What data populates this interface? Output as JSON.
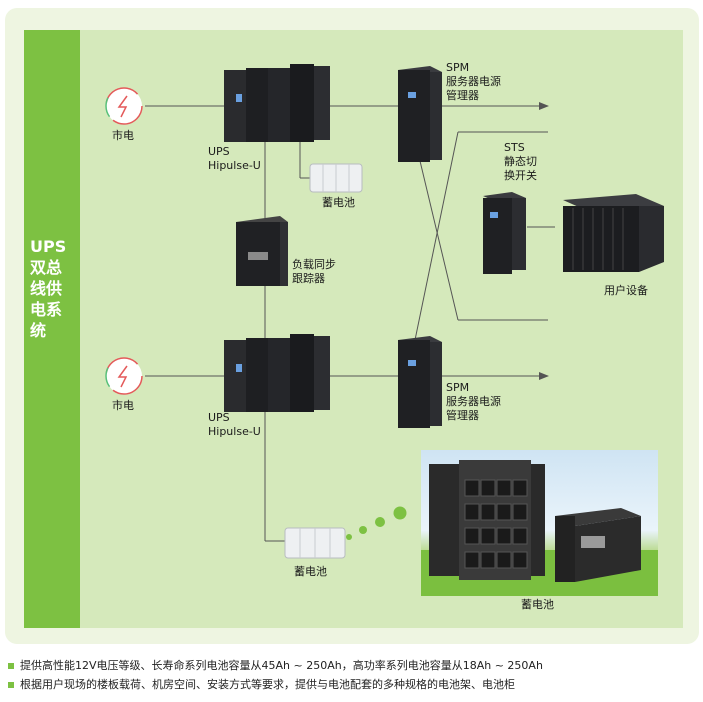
{
  "sidebar": {
    "title": "UPS\n双总\n线供\n电系\n统"
  },
  "labels": {
    "mains_top": "市电",
    "mains_bottom": "市电",
    "ups_top": "UPS\nHipulse-U",
    "ups_bottom": "UPS\nHipulse-U",
    "battery_top": "蓄电池",
    "battery_bottom": "蓄电池",
    "battery_photo": "蓄电池",
    "sync_tracker": "负载同步\n跟踪器",
    "spm_top": "SPM\n服务器电源\n管理器",
    "spm_bottom": "SPM\n服务器电源\n管理器",
    "sts": "STS\n静态切\n换开关",
    "user_equipment": "用户设备"
  },
  "footer": [
    "提供高性能12V电压等级、长寿命系列电池容量从45Ah ~ 250Ah，高功率系列电池容量从18Ah ~ 250Ah",
    "根据用户现场的楼板载荷、机房空间、安装方式等要求，提供与电池配套的多种规格的电池架、电池柜"
  ],
  "colors": {
    "accent": "#7dc142",
    "panel": "#d5e9bb",
    "outer": "#eef5e1",
    "line": "#555555",
    "cabinet": "#1e1f22"
  },
  "icons": [
    "lightning-icon",
    "lightning-icon",
    "arrow-right-icon",
    "arrow-right-icon"
  ]
}
